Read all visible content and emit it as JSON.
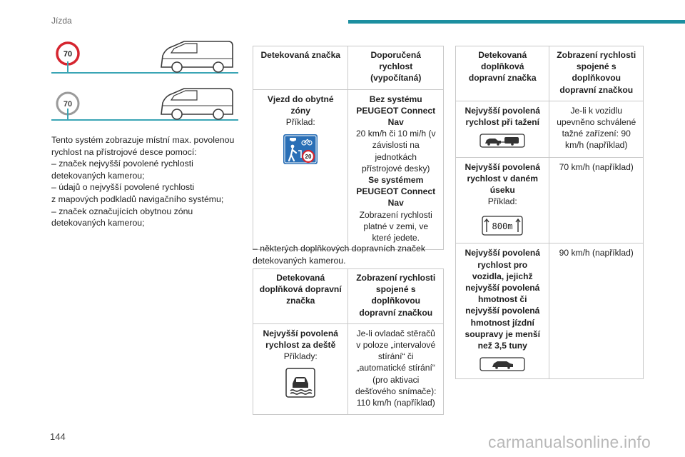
{
  "header": {
    "section_title": "Jízda",
    "accent_color": "#1c8fa0"
  },
  "figures": [
    {
      "sign_value": "70",
      "sign_style": "red-ring"
    },
    {
      "sign_value": "70",
      "sign_style": "grey-ring"
    }
  ],
  "intro": {
    "lines": [
      "Tento systém zobrazuje místní max. povolenou",
      "rychlost na přístrojové desce pomocí:",
      "–  značek nejvyšší povolené rychlosti",
      "detekovaných kamerou;",
      "–  údajů o nejvyšší povolené rychlosti",
      "z mapových podkladů navigačního systému;",
      "–  značek označujících obytnou zónu",
      "detekovaných kamerou;"
    ]
  },
  "table1": {
    "header": {
      "col1": "Detekovaná značka",
      "col2": "Doporučená rychlost (vypočítaná)"
    },
    "row": {
      "col1_bold": "Vjezd do obytné zóny",
      "col1_example": "Příklad:",
      "sign_number": "20",
      "col2_bold1": "Bez systému PEUGEOT Connect Nav",
      "col2_text1": "20 km/h či 10 mi/h (v závislosti na jednotkách přístrojové desky)",
      "col2_bold2": "Se systémem PEUGEOT Connect Nav",
      "col2_text2": "Zobrazení rychlosti platné v zemi, ve které jedete."
    }
  },
  "between_text": "–  některých doplňkových dopravních značek detekovaných kamerou.",
  "table2": {
    "header": {
      "col1": "Detekovaná doplňková dopravní značka",
      "col2": "Zobrazení rychlosti spojené s doplňkovou dopravní značkou"
    },
    "row": {
      "col1_bold": "Nejvyšší povolená rychlost za deště",
      "col1_example": "Příklady:",
      "col2_text": "Je-li ovladač stěračů v poloze „intervalové stírání“ či „automatické stírání“ (pro aktivaci dešťového snímače): 110 km/h (například)"
    }
  },
  "table3": {
    "header": {
      "col1": "Detekovaná doplňková dopravní značka",
      "col2": "Zobrazení rychlosti spojené s doplňkovou dopravní značkou"
    },
    "rows": [
      {
        "col1_bold": "Nejvyšší povolená rychlost při tažení",
        "col1_example": "",
        "col2_text": "Je-li k vozidlu upevněno schválené tažné zařízení: 90 km/h (například)"
      },
      {
        "col1_bold": "Nejvyšší povolená rychlost v daném úseku",
        "col1_example": "Příklad:",
        "sign_text": "800m",
        "col2_text": "70 km/h (například)"
      },
      {
        "col1_bold": "Nejvyšší povolená rychlost pro vozidla, jejichž nejvyšší povolená hmotnost či nejvyšší povolená hmotnost jízdní soupravy je menší než 3,5 tuny",
        "col1_example": "",
        "col2_text": "90 km/h (například)"
      }
    ]
  },
  "footer": {
    "page_number": "144",
    "watermark": "carmanualsonline.info"
  }
}
